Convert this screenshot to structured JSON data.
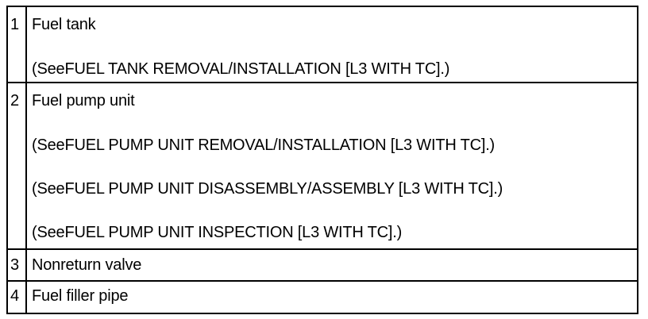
{
  "items": [
    {
      "number": "1",
      "name": "Fuel tank",
      "refs": [
        "(SeeFUEL TANK REMOVAL/INSTALLATION [L3 WITH TC].)"
      ]
    },
    {
      "number": "2",
      "name": "Fuel pump unit",
      "refs": [
        "(SeeFUEL PUMP UNIT REMOVAL/INSTALLATION [L3 WITH TC].)",
        "(SeeFUEL PUMP UNIT DISASSEMBLY/ASSEMBLY [L3 WITH TC].)",
        "(SeeFUEL PUMP UNIT INSPECTION [L3 WITH TC].)"
      ]
    },
    {
      "number": "3",
      "name": "Nonreturn valve",
      "refs": []
    },
    {
      "number": "4",
      "name": "Fuel filler pipe",
      "refs": []
    }
  ]
}
